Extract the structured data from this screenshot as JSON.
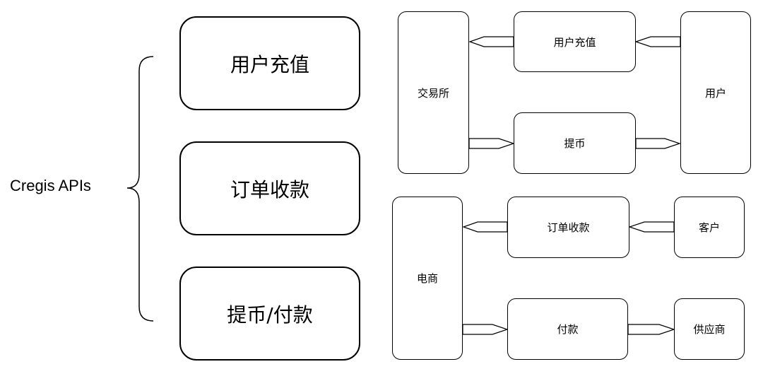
{
  "title": "Cregis APIs",
  "api_list": [
    "用户充值",
    "订单收款",
    "提币/付款"
  ],
  "exchange_diagram": {
    "exchange": "交易所",
    "user": "用户",
    "deposit": "用户充值",
    "withdraw": "提币"
  },
  "ecommerce_diagram": {
    "merchant": "电商",
    "customer": "客户",
    "supplier": "供应商",
    "order_payment": "订单收款",
    "payout": "付款"
  }
}
